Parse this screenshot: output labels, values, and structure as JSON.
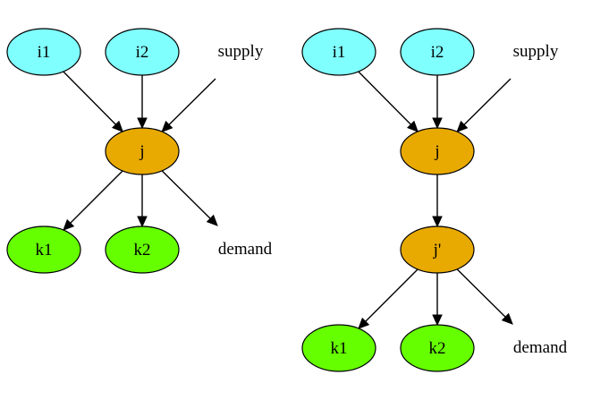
{
  "colors": {
    "input_node": "#80ffff",
    "middle_node": "#e8aa00",
    "output_node": "#66ff00"
  },
  "diagrams": [
    {
      "name": "left",
      "nodes": [
        {
          "id": "i1",
          "label": "i1",
          "role": "input"
        },
        {
          "id": "i2",
          "label": "i2",
          "role": "input"
        },
        {
          "id": "j",
          "label": "j",
          "role": "middle"
        },
        {
          "id": "k1",
          "label": "k1",
          "role": "output"
        },
        {
          "id": "k2",
          "label": "k2",
          "role": "output"
        }
      ],
      "free_labels": [
        {
          "id": "supply",
          "label": "supply"
        },
        {
          "id": "demand",
          "label": "demand"
        }
      ],
      "edges": [
        {
          "from": "i1",
          "to": "j"
        },
        {
          "from": "i2",
          "to": "j"
        },
        {
          "from": "supply",
          "to": "j"
        },
        {
          "from": "j",
          "to": "k1"
        },
        {
          "from": "j",
          "to": "k2"
        },
        {
          "from": "j",
          "to": "demand"
        }
      ]
    },
    {
      "name": "right",
      "nodes": [
        {
          "id": "i1",
          "label": "i1",
          "role": "input"
        },
        {
          "id": "i2",
          "label": "i2",
          "role": "input"
        },
        {
          "id": "j",
          "label": "j",
          "role": "middle"
        },
        {
          "id": "jp",
          "label": "j'",
          "role": "middle"
        },
        {
          "id": "k1",
          "label": "k1",
          "role": "output"
        },
        {
          "id": "k2",
          "label": "k2",
          "role": "output"
        }
      ],
      "free_labels": [
        {
          "id": "supply",
          "label": "supply"
        },
        {
          "id": "demand",
          "label": "demand"
        }
      ],
      "edges": [
        {
          "from": "i1",
          "to": "j"
        },
        {
          "from": "i2",
          "to": "j"
        },
        {
          "from": "supply",
          "to": "j"
        },
        {
          "from": "j",
          "to": "jp"
        },
        {
          "from": "jp",
          "to": "k1"
        },
        {
          "from": "jp",
          "to": "k2"
        },
        {
          "from": "jp",
          "to": "demand"
        }
      ]
    }
  ]
}
